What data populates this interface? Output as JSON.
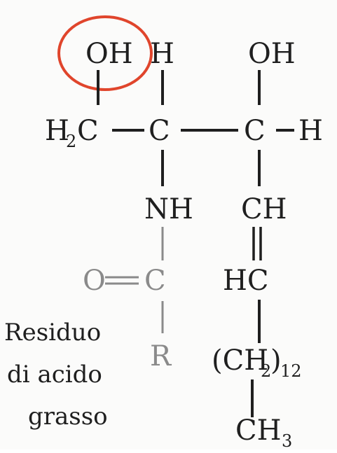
{
  "colors": {
    "ink": "#1f1f1f",
    "faded_ink": "#8a8a8a",
    "highlight_circle": "#e0452c",
    "background": "#fbfbfa"
  },
  "atoms": {
    "oh_top_left": "OH",
    "h_top_mid": "H",
    "oh_top_right": "OH",
    "h2c_left": "H",
    "h2c_sub": "2",
    "h2c_c": "C",
    "c_middle": "C",
    "c_right": "C",
    "h_right": "H",
    "nh": "NH",
    "ch": "CH",
    "o_carbonyl": "O",
    "c_carbonyl": "C",
    "hc": "HC",
    "r_group": "R",
    "ch2_open": "(CH",
    "ch2_sub": "2",
    "ch2_close": ")",
    "ch2_count": "12",
    "ch3_main": "CH",
    "ch3_sub": "3"
  },
  "label": {
    "line1": "Residuo",
    "line2": "di acido",
    "line3": "grasso"
  }
}
